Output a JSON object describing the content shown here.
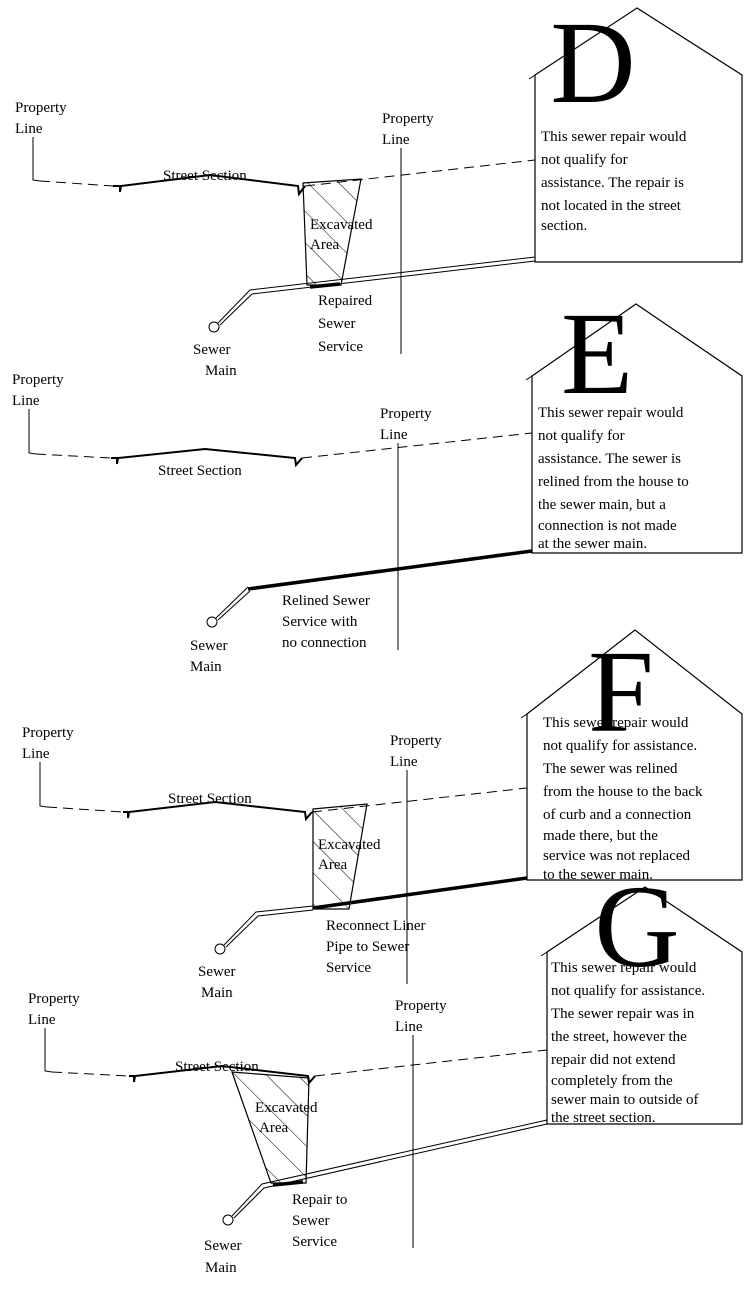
{
  "scenarios": [
    {
      "letter": "D",
      "property_line_left": [
        "Property",
        "Line"
      ],
      "property_line_mid": [
        "Property",
        "Line"
      ],
      "street_section": "Street Section",
      "house_text": [
        "This sewer repair would",
        "not qualify for",
        "assistance.  The repair is",
        "not located in the street",
        "section."
      ],
      "excavated_area": [
        "Excavated",
        "Area"
      ],
      "service_label": [
        "Repaired",
        "Sewer",
        "Service"
      ],
      "sewer_main": [
        "Sewer",
        "Main"
      ]
    },
    {
      "letter": "E",
      "property_line_left": [
        "Property",
        "Line"
      ],
      "property_line_mid": [
        "Property",
        "Line"
      ],
      "street_section": "Street Section",
      "house_text": [
        "This sewer repair would",
        "not  qualify for",
        "assistance. The sewer  is",
        "relined from the house to",
        "the sewer main, but a",
        "connection is not made",
        "at the sewer main."
      ],
      "service_label": [
        "Relined Sewer",
        "Service with",
        "no connection"
      ],
      "sewer_main": [
        "Sewer",
        "Main"
      ]
    },
    {
      "letter": "F",
      "property_line_left": [
        "Property",
        "Line"
      ],
      "property_line_mid": [
        "Property",
        "Line"
      ],
      "street_section": "Street Section",
      "house_text": [
        "This sewer repair would",
        "not qualify for assistance.",
        "The sewer was relined",
        "from the house to the back",
        "of curb and a connection",
        "made there, but the",
        "service was not replaced",
        "to the sewer main."
      ],
      "excavated_area": [
        "Excavated",
        "Area"
      ],
      "service_label": [
        "Reconnect Liner",
        "Pipe to Sewer",
        "Service"
      ],
      "sewer_main": [
        "Sewer",
        "Main"
      ]
    },
    {
      "letter": "G",
      "property_line_left": [
        "Property",
        "Line"
      ],
      "property_line_mid": [
        "Property",
        "Line"
      ],
      "street_section": "Street Section",
      "house_text": [
        "This sewer repair would",
        "not qualify for assistance.",
        "The  sewer repair was in",
        "the street, however the",
        "repair did not extend",
        "completely from the",
        "sewer main to outside of",
        "the street section."
      ],
      "excavated_area": [
        "Excavated",
        "Area"
      ],
      "service_label": [
        "Repair to",
        "Sewer",
        "Service"
      ],
      "sewer_main": [
        "Sewer",
        "Main"
      ]
    }
  ]
}
